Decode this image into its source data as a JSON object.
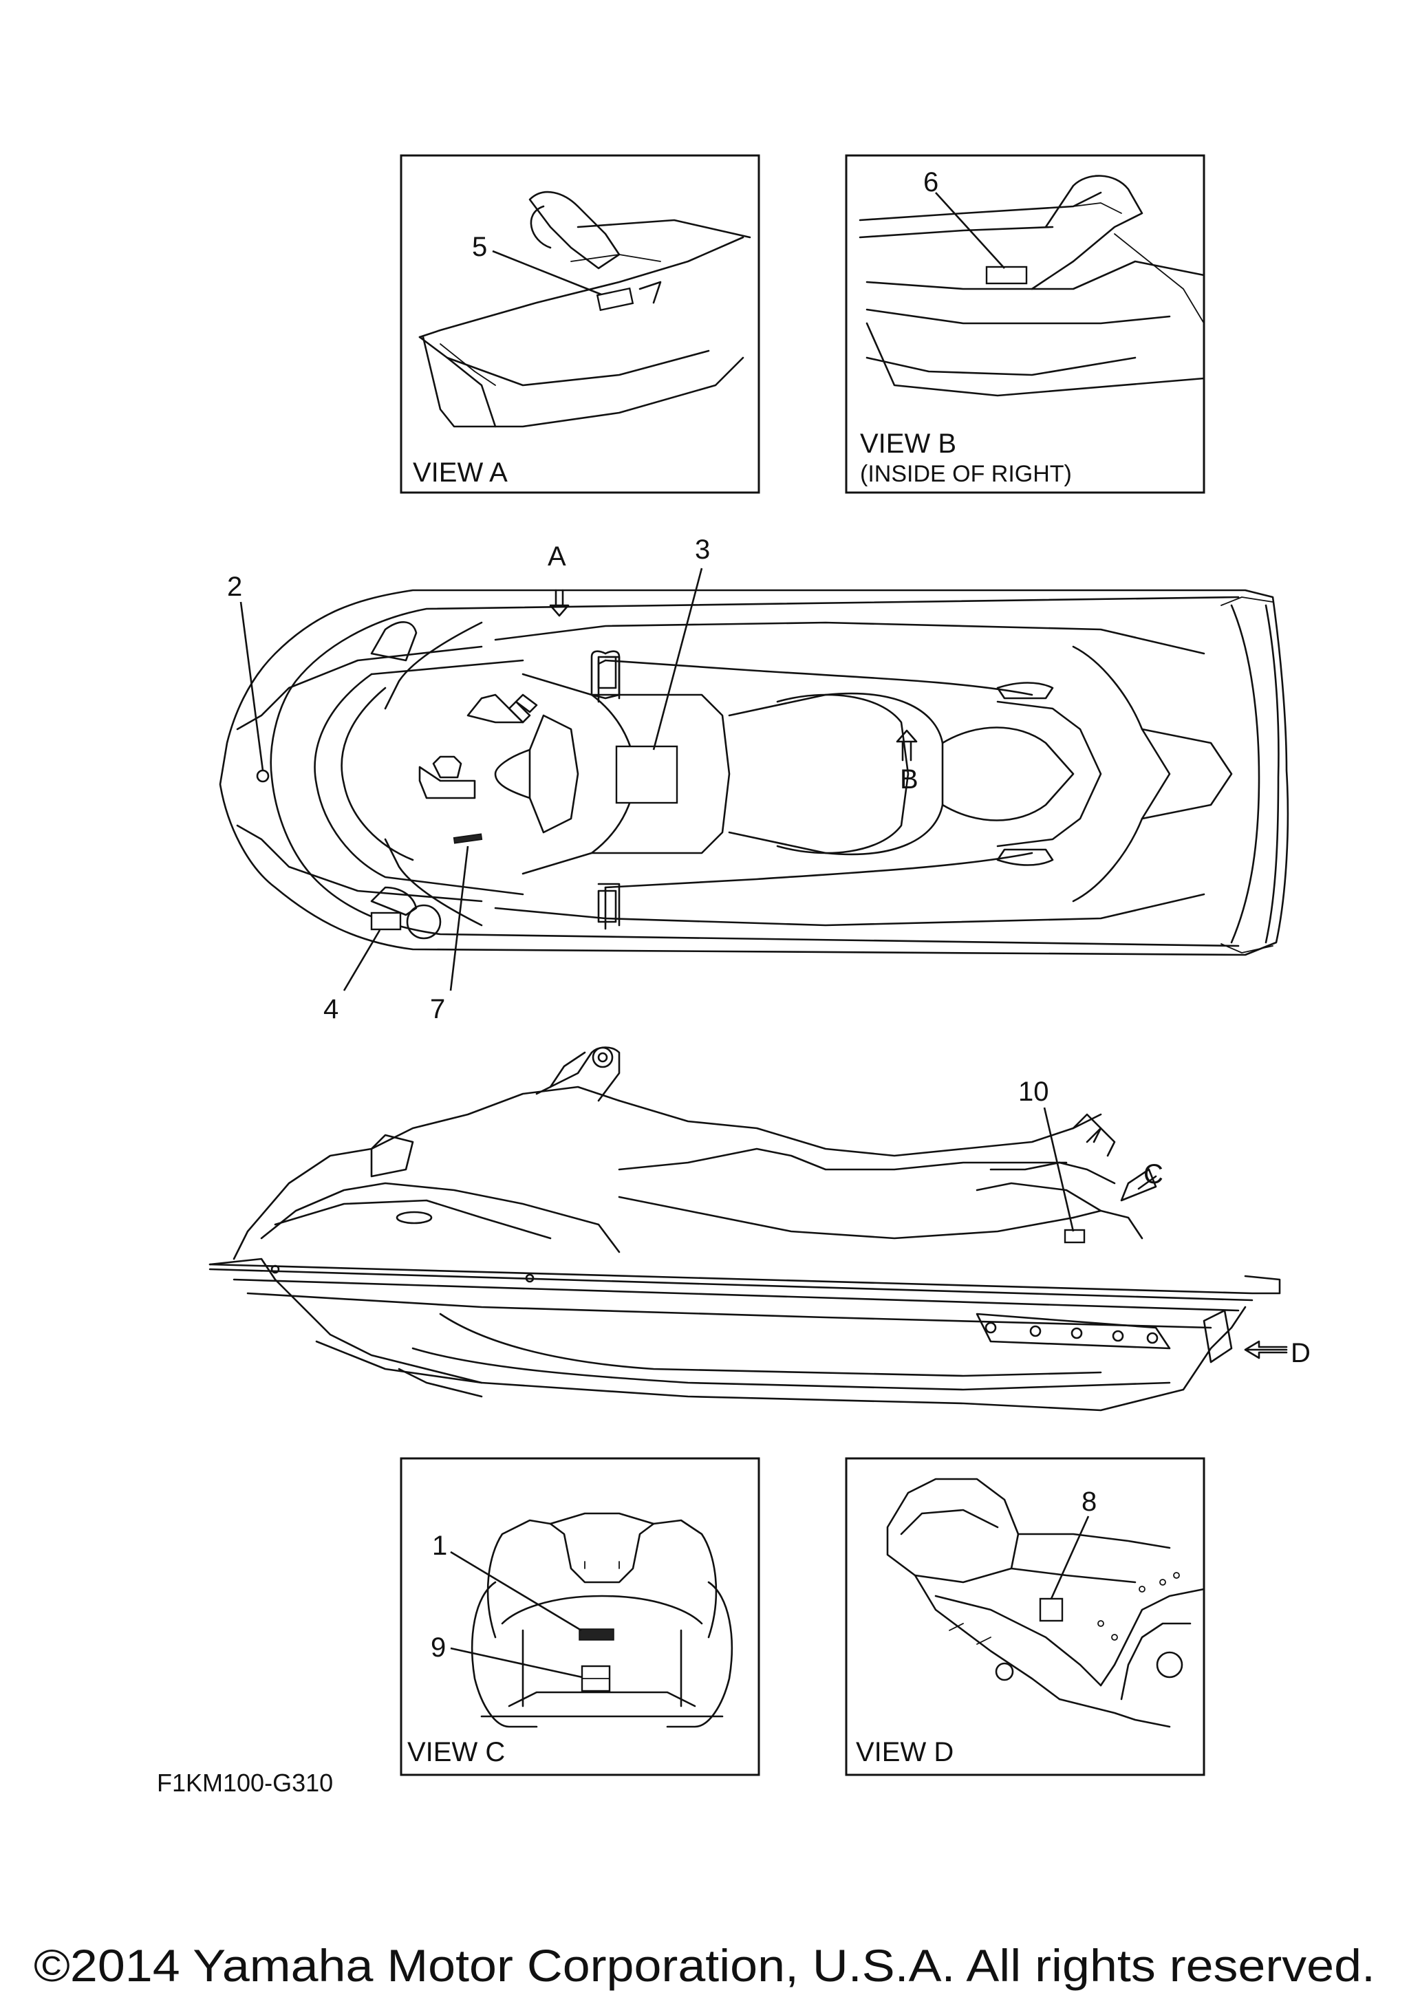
{
  "drawing_code": "F1KM100-G310",
  "copyright": "©2014 Yamaha Motor Corporation, U.S.A. All rights reserved.",
  "views": {
    "view_a": {
      "title": "VIEW A"
    },
    "view_b": {
      "title": "VIEW B",
      "subtitle": "(INSIDE OF RIGHT)"
    },
    "view_c": {
      "title": "VIEW C"
    },
    "view_d": {
      "title": "VIEW D"
    }
  },
  "direction_markers": {
    "a": "A",
    "b": "B",
    "c": "C",
    "d": "D"
  },
  "callouts": {
    "c1": "1",
    "c2": "2",
    "c3": "3",
    "c4": "4",
    "c5": "5",
    "c6": "6",
    "c7": "7",
    "c8": "8",
    "c9": "9",
    "c10": "10"
  }
}
